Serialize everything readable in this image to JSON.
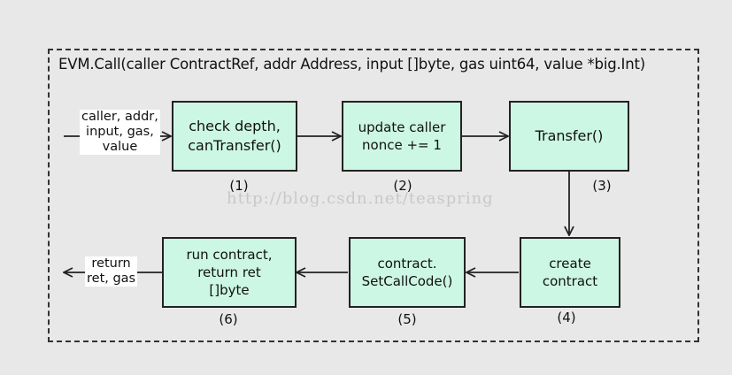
{
  "title": "EVM.Call(caller ContractRef, addr Address, input []byte, gas uint64, value *big.Int)",
  "input_label": "caller, addr,\ninput, gas,\nvalue",
  "output_label": "return\nret, gas",
  "steps": [
    {
      "label": "check depth,\ncanTransfer()",
      "number": "(1)"
    },
    {
      "label": "update caller\nnonce += 1",
      "number": "(2)"
    },
    {
      "label": "Transfer()",
      "number": "(3)"
    },
    {
      "label": "create\ncontract",
      "number": "(4)"
    },
    {
      "label": "contract.\nSetCallCode()",
      "number": "(5)"
    },
    {
      "label": "run contract,\nreturn ret\n[]byte",
      "number": "(6)"
    }
  ],
  "watermark": "http://blog.csdn.net/teaspring",
  "colors": {
    "box_fill": "#ccf7e4",
    "border": "#222222",
    "background": "#e8e8e8"
  }
}
